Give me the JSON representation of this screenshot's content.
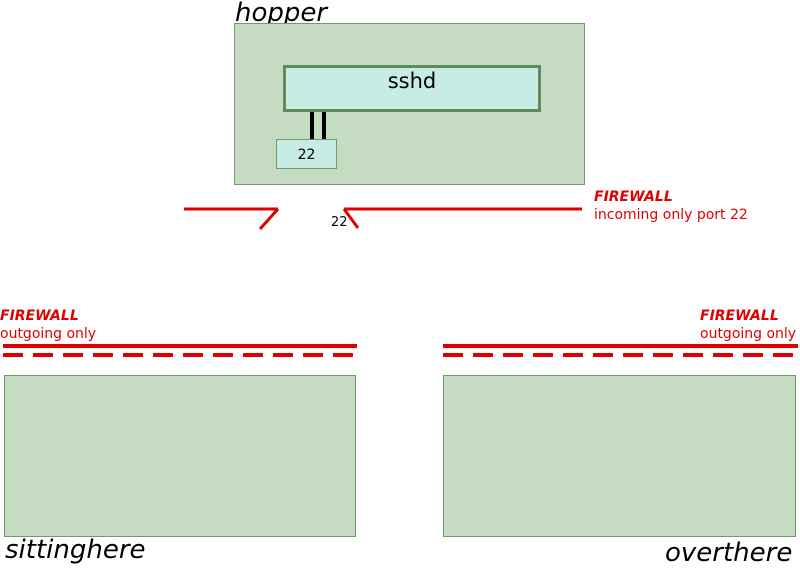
{
  "hosts": {
    "top": {
      "name": "hopper"
    },
    "left": {
      "name": "sittinghere"
    },
    "right": {
      "name": "overthere"
    }
  },
  "service": {
    "name": "sshd",
    "port": "22"
  },
  "firewalls": {
    "top": {
      "title": "FIREWALL",
      "description": "incoming only port 22",
      "opening_label": "22"
    },
    "left": {
      "title": "FIREWALL",
      "description": "outgoing only"
    },
    "right": {
      "title": "FIREWALL",
      "description": "outgoing only"
    }
  },
  "colors": {
    "host_fill": "#c5dcc2",
    "service_fill": "#c6ece3",
    "firewall": "#e00000"
  }
}
